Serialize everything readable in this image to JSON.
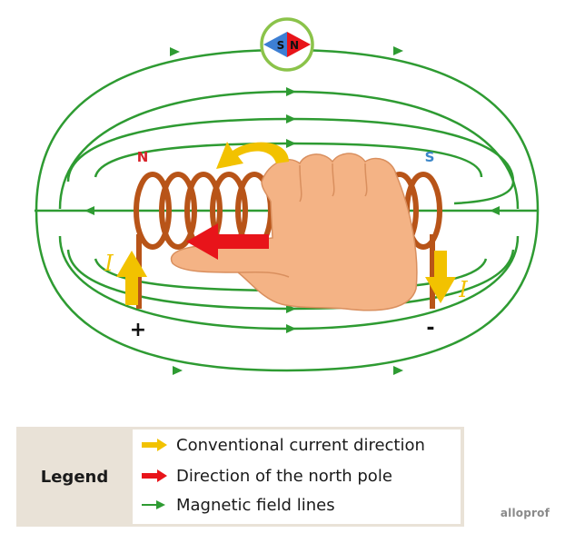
{
  "diagram": {
    "compass": {
      "south_label": "S",
      "north_label": "N"
    },
    "coil_left_pole": "N",
    "coil_right_pole": "S",
    "terminal_left_sign": "+",
    "terminal_right_sign": "-",
    "current_symbol_left": "I",
    "current_symbol_right": "I"
  },
  "legend": {
    "title": "Legend",
    "items": [
      {
        "label": "Conventional current direction",
        "icon": "yellow-arrow-icon",
        "color": "#f2c200"
      },
      {
        "label": "Direction of the north pole",
        "icon": "red-arrow-icon",
        "color": "#e8141a"
      },
      {
        "label": "Magnetic field lines",
        "icon": "green-arrow-icon",
        "color": "#2e9b32"
      }
    ]
  },
  "watermark": "alloprof",
  "colors": {
    "field_lines": "#2e9b32",
    "coil": "#b85418",
    "current_arrow": "#f2c200",
    "north_arrow": "#e8141a",
    "hand": "#f4b385",
    "compass_south": "#3d7fd4",
    "compass_north": "#e8141a",
    "pole_north": "#d8232a",
    "pole_south": "#3a86c8",
    "legend_bg": "#e9e2d7"
  }
}
